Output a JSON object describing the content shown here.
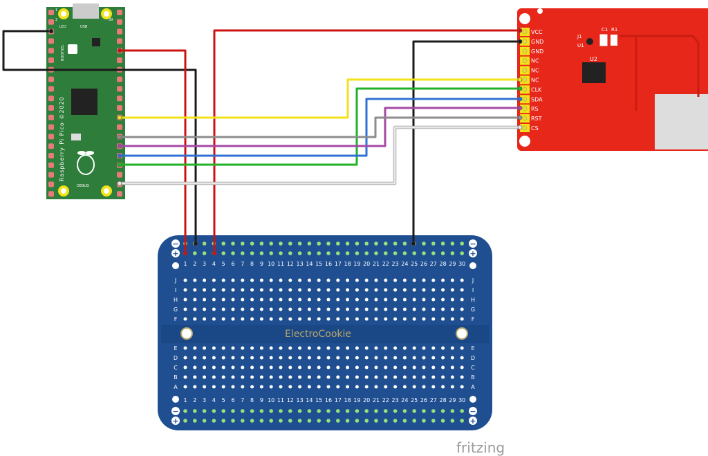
{
  "pico": {
    "name": "Raspberry Pi Pico ©2020",
    "labels": {
      "led": "LED",
      "usb": "USB",
      "bootsel": "BOOTSEL",
      "debug": "DEBUG",
      "pin1": "1",
      "pin2": "2",
      "pin39": "39"
    },
    "board_color": "#2e7d3a"
  },
  "lcd": {
    "pins": [
      "VCC",
      "GND",
      "GND",
      "NC",
      "NC",
      "NC",
      "CLK",
      "SDA",
      "RS",
      "RST",
      "CS"
    ],
    "chip_labels": {
      "u2": "U2",
      "u1": "U1",
      "j1": "J1",
      "c1": "C1",
      "r1": "R1"
    },
    "board_color": "#e8271b"
  },
  "breadboard": {
    "brand": "ElectroCookie",
    "rows_top": [
      "J",
      "I",
      "H",
      "G",
      "F"
    ],
    "rows_bottom": [
      "E",
      "D",
      "C",
      "B",
      "A"
    ],
    "columns": [
      "1",
      "2",
      "3",
      "4",
      "5",
      "6",
      "7",
      "8",
      "9",
      "10",
      "11",
      "12",
      "13",
      "14",
      "15",
      "16",
      "17",
      "18",
      "19",
      "20",
      "21",
      "22",
      "23",
      "24",
      "25",
      "26",
      "27",
      "28",
      "29",
      "30"
    ],
    "rail_minus": "−",
    "rail_plus": "+",
    "board_color": "#1f4f91"
  },
  "wires": [
    {
      "name": "gnd-led",
      "color": "#1a1a1a"
    },
    {
      "name": "vbus-power",
      "color": "#cc1111"
    },
    {
      "name": "gnd-rail",
      "color": "#1a1a1a"
    },
    {
      "name": "lcd-vcc",
      "color": "#cc1111"
    },
    {
      "name": "lcd-gnd",
      "color": "#1a1a1a"
    },
    {
      "name": "lcd-nc",
      "color": "#f2e21a"
    },
    {
      "name": "lcd-clk",
      "color": "#22b22a"
    },
    {
      "name": "lcd-sda",
      "color": "#2f6fd6"
    },
    {
      "name": "lcd-rs",
      "color": "#a648a6"
    },
    {
      "name": "lcd-rst",
      "color": "#8c8c8c"
    },
    {
      "name": "lcd-cs",
      "color": "#e8e8e8"
    }
  ],
  "watermark": "fritzing"
}
